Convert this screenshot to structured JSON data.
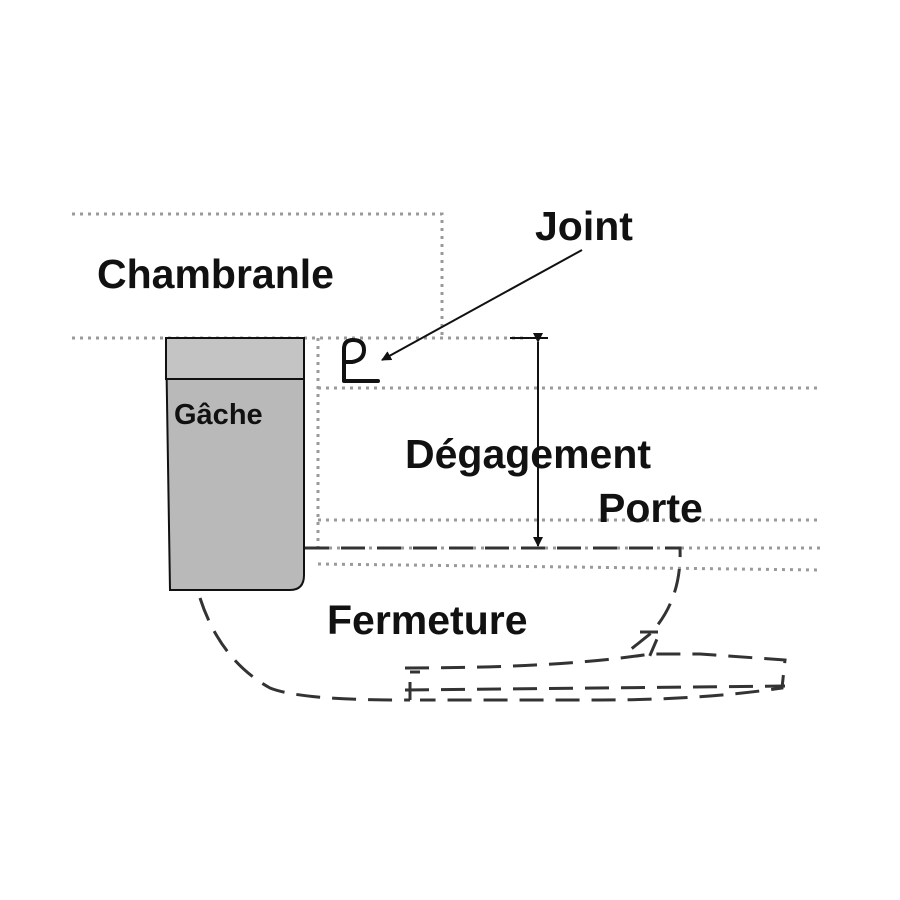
{
  "labels": {
    "chambranle": "Chambranle",
    "joint": "Joint",
    "gache": "Gâche",
    "degagement": "Dégagement",
    "porte": "Porte",
    "fermeture": "Fermeture"
  },
  "colors": {
    "gache_fill": "#b9b9b9",
    "gache_band": "#c4c4c4",
    "outline": "#111111",
    "dotted_line": "#9a9a9a",
    "dashed_line": "#333333"
  }
}
